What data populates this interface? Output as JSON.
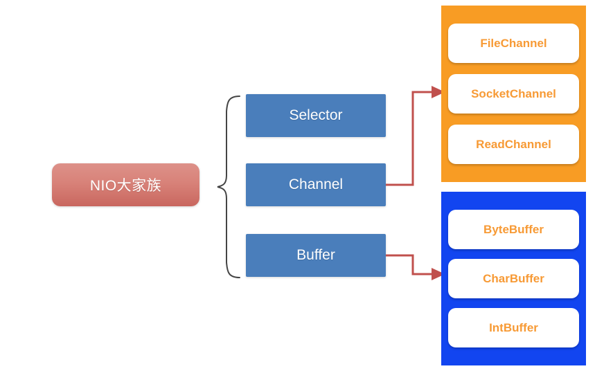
{
  "diagram": {
    "title": "NIO大家族",
    "root": {
      "label": "NIO大家族",
      "color": "#d07c73"
    },
    "branches": [
      {
        "label": "Selector",
        "color": "#4a7ebb"
      },
      {
        "label": "Channel",
        "color": "#4a7ebb"
      },
      {
        "label": "Buffer",
        "color": "#4a7ebb"
      }
    ],
    "groups": [
      {
        "name": "channel-implementations",
        "source": "Channel",
        "panel_color": "#f89c24",
        "chip_text_color": "#f79a35",
        "items": [
          {
            "label": "FileChannel"
          },
          {
            "label": "SocketChannel"
          },
          {
            "label": "ReadChannel"
          }
        ]
      },
      {
        "name": "buffer-implementations",
        "source": "Buffer",
        "panel_color": "#1245f0",
        "chip_text_color": "#f79a35",
        "items": [
          {
            "label": "ByteBuffer"
          },
          {
            "label": "CharBuffer"
          },
          {
            "label": "IntBuffer"
          }
        ]
      }
    ],
    "connectors": {
      "brace_color": "#444444",
      "arrow_color": "#c0504d"
    }
  }
}
